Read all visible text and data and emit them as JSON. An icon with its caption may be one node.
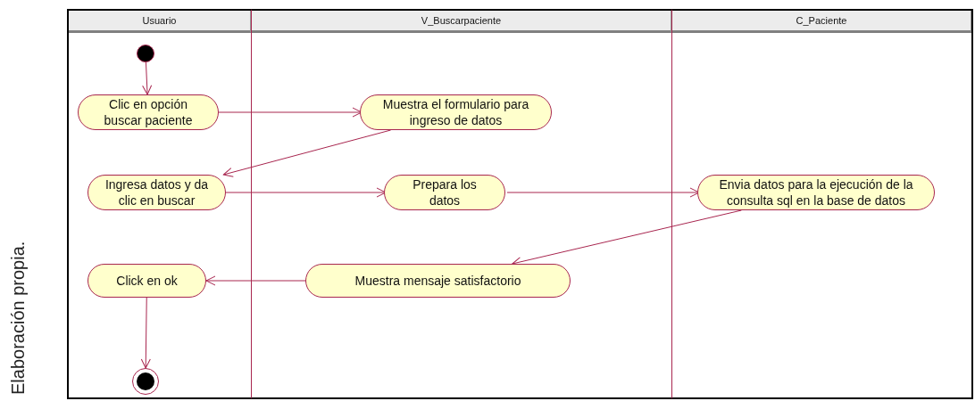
{
  "diagram": {
    "nodes": [
      {
        "text": [
          "Usuario"
        ]
      },
      {
        "text": [
          "V_Buscarpaciente"
        ]
      },
      {
        "text": [
          "C_Paciente"
        ]
      },
      {
        "text": [],
        "shape": "circle",
        "in": 0
      },
      {
        "text": [
          "Clic en opción buscar paciente"
        ],
        "in": 0
      },
      {
        "text": [
          "Muestra el formulario para ingreso de datos"
        ],
        "in": 1
      },
      {
        "text": [
          "Ingresa datos y da clic en buscar"
        ],
        "in": 0
      },
      {
        "text": [
          "Prepara los datos"
        ],
        "in": 1
      },
      {
        "text": [
          "Envia datos para la ejecución de la consulta sql en la base de datos"
        ],
        "in": 2
      },
      {
        "text": [
          "Muestra mensaje satisfactorio"
        ],
        "in": 1
      },
      {
        "text": [
          "Click en ok"
        ],
        "in": 0
      },
      {
        "text": [],
        "shape": "circle",
        "in": 0
      }
    ],
    "edges": [
      {
        "from": 3,
        "to": 4,
        "arrow": "to"
      },
      {
        "from": 4,
        "to": 5,
        "arrow": "to"
      },
      {
        "from": 5,
        "to": 6,
        "arrow": "to"
      },
      {
        "from": 6,
        "to": 7,
        "arrow": "to"
      },
      {
        "from": 7,
        "to": 8,
        "arrow": "to"
      },
      {
        "from": 8,
        "to": 9,
        "arrow": "to"
      },
      {
        "from": 9,
        "to": 10,
        "arrow": "to"
      },
      {
        "from": 10,
        "to": 11,
        "arrow": "to"
      }
    ],
    "labels": [
      "Elaboración propia."
    ]
  }
}
